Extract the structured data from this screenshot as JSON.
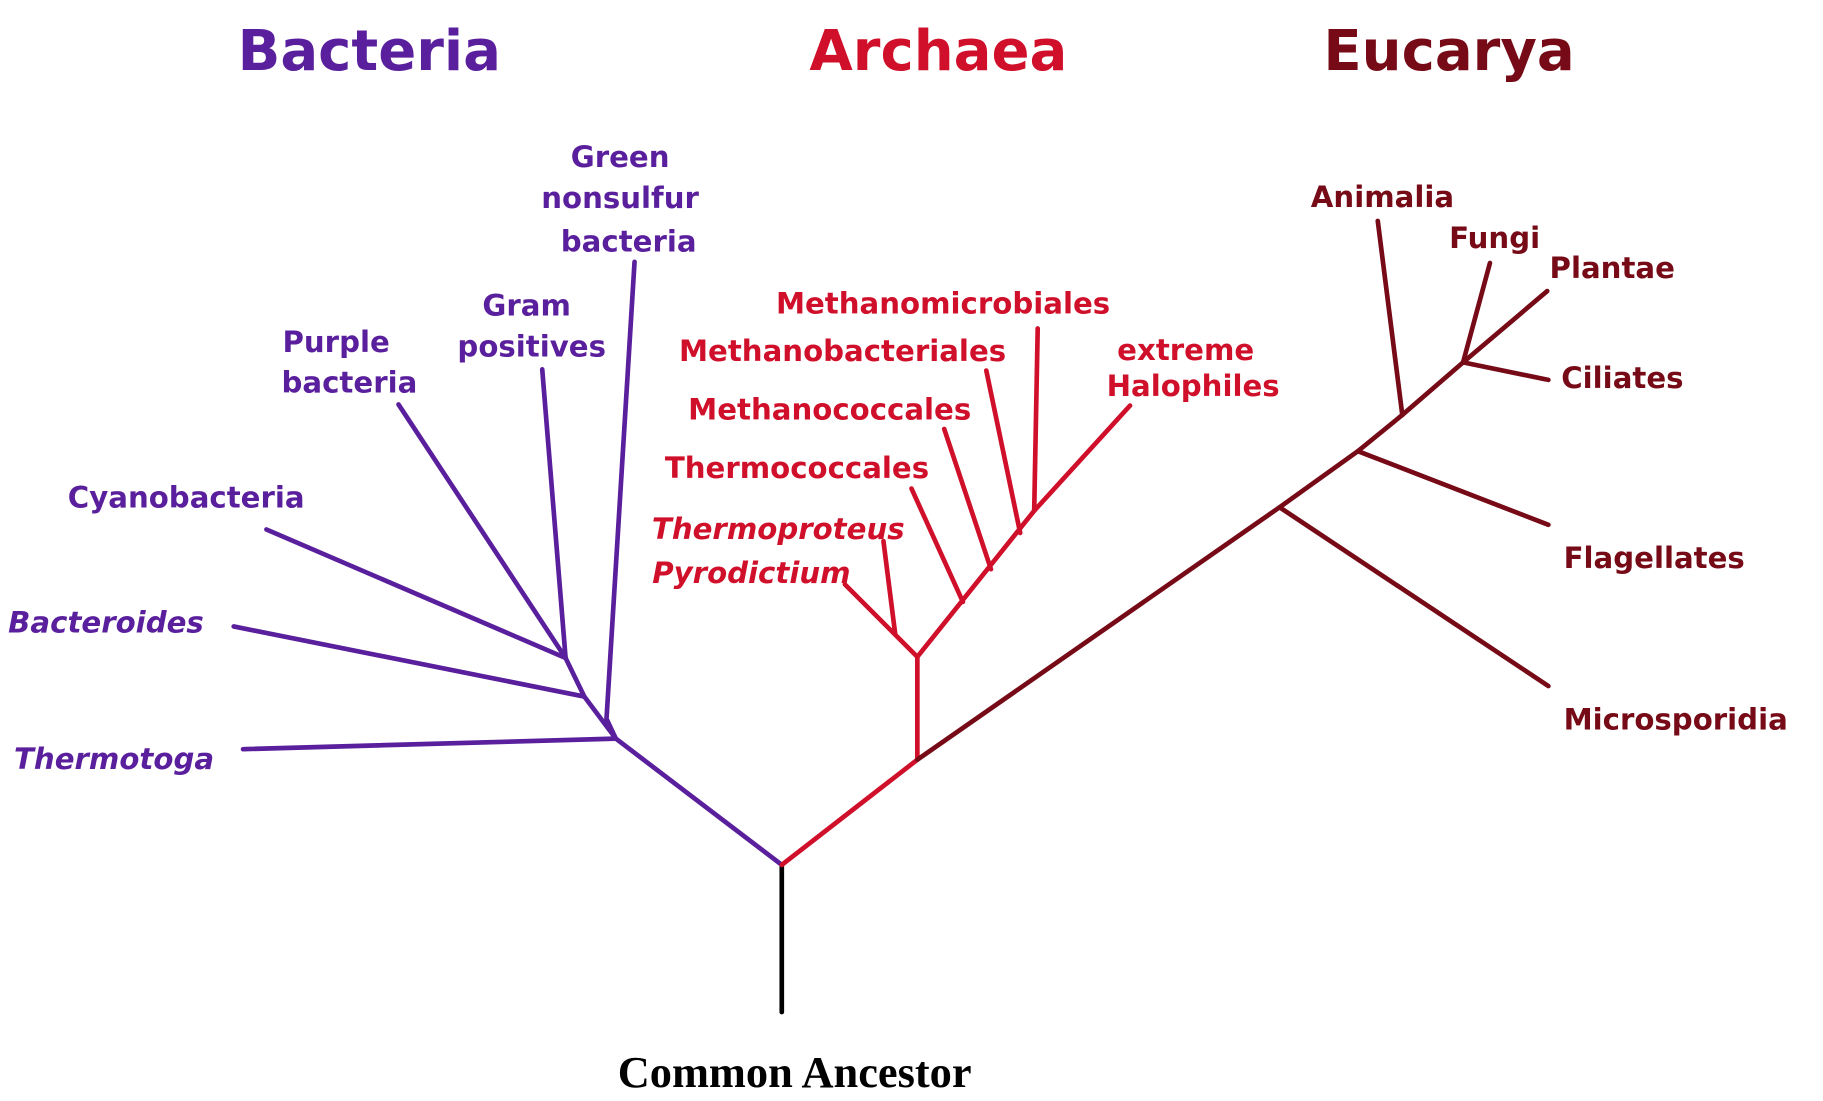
{
  "colors": {
    "bacteria": "#5a1f9c",
    "archaea": "#d0102a",
    "eucarya": "#760a16",
    "root": "#000000"
  },
  "domains": {
    "bacteria": "Bacteria",
    "archaea": "Archaea",
    "eucarya": "Eucarya"
  },
  "root_label": "Common Ancestor",
  "bacteria": {
    "green_nonsulfur": [
      "Green",
      "nonsulfur",
      "bacteria"
    ],
    "gram_positives": [
      "Gram",
      "positives"
    ],
    "purple_bacteria": [
      "Purple",
      "bacteria"
    ],
    "cyanobacteria": "Cyanobacteria",
    "bacteroides": "Bacteroides",
    "thermotoga": "Thermotoga"
  },
  "archaea": {
    "methanomicrobiales": "Methanomicrobiales",
    "methanobacteriales": "Methanobacteriales",
    "methanococcales": "Methanococcales",
    "thermococcales": "Thermococcales",
    "thermoproteus": "Thermoproteus",
    "pyrodictium": "Pyrodictium",
    "halophiles": [
      "extreme",
      "Halophiles"
    ]
  },
  "eucarya": {
    "animalia": "Animalia",
    "fungi": "Fungi",
    "plantae": "Plantae",
    "ciliates": "Ciliates",
    "flagellates": "Flagellates",
    "microsporidia": "Microsporidia"
  }
}
